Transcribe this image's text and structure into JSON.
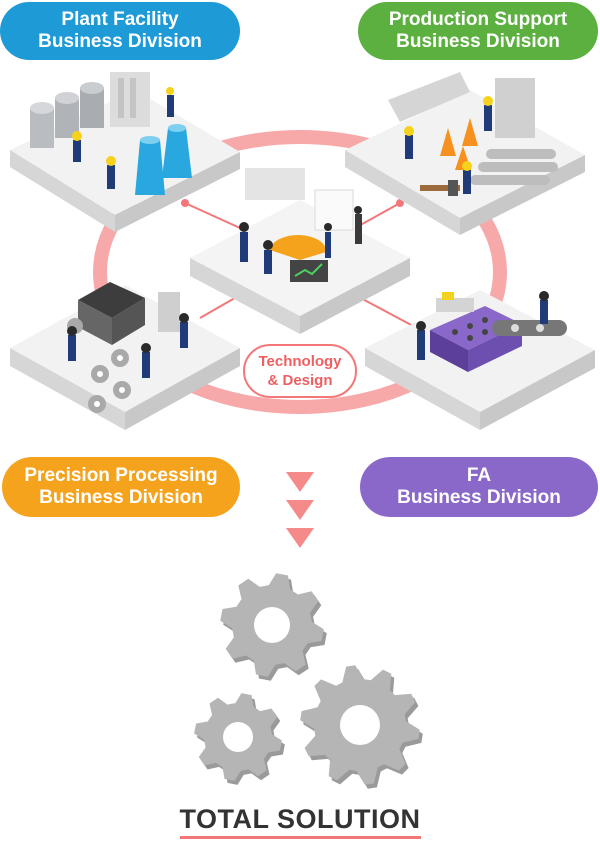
{
  "divisions": {
    "plant": {
      "line1": "Plant Facility",
      "line2": "Business Division",
      "color": "#1e9ad6"
    },
    "production": {
      "line1": "Production Support",
      "line2": "Business Division",
      "color": "#5cb040"
    },
    "precision": {
      "line1": "Precision Processing",
      "line2": "Business Division",
      "color": "#f5a31d"
    },
    "fa": {
      "line1": "FA",
      "line2": "Business Division",
      "color": "#8a68c9"
    }
  },
  "center": {
    "line1": "Technology",
    "line2": "& Design"
  },
  "result": {
    "label": "TOTAL SOLUTION"
  },
  "colors": {
    "ring": "#f7a8a8",
    "arrow": "#f58a8a",
    "gear": "#b5b5b5",
    "platform": "#ececec"
  },
  "icons": [
    "plant-machinery-illustration",
    "construction-cone-illustration",
    "design-office-illustration",
    "machining-illustration",
    "conveyor-illustration",
    "gear-icon",
    "down-arrow-icon"
  ]
}
